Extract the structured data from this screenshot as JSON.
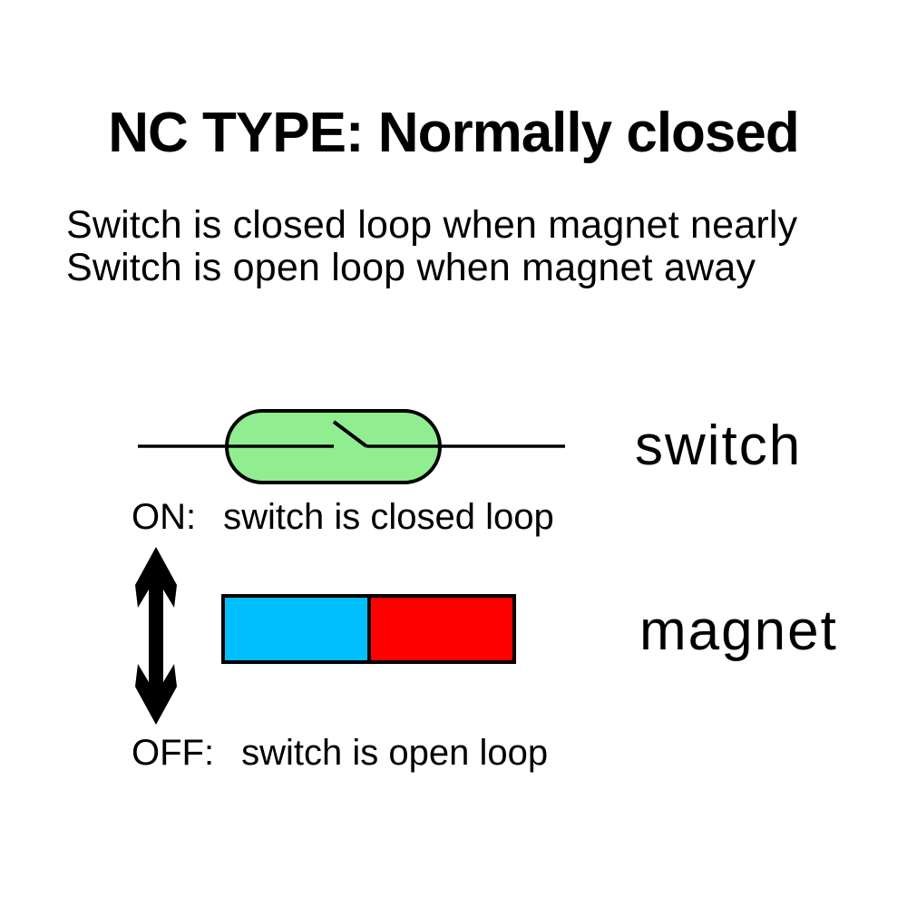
{
  "title": "NC TYPE: Normally closed",
  "subtitle": {
    "line1": "Switch is closed loop when magnet nearly",
    "line2": "Switch is open loop when magnet away"
  },
  "switch_row": {
    "label": "switch",
    "status_label": "ON:",
    "status_text": "switch is closed loop"
  },
  "magnet_row": {
    "label": "magnet",
    "status_label": "OFF:",
    "status_text": "switch is open loop"
  },
  "icons": {
    "up_down_arrow": "double-headed vertical arrow indicating magnet moves toward/away"
  },
  "colors": {
    "background": "#ffffff",
    "text": "#000000",
    "outline": "#000000",
    "switch_body_green": "#90ee90",
    "magnet_left_cyan": "#00bfff",
    "magnet_right_red": "#ff0000",
    "arrow_black": "#000000"
  }
}
